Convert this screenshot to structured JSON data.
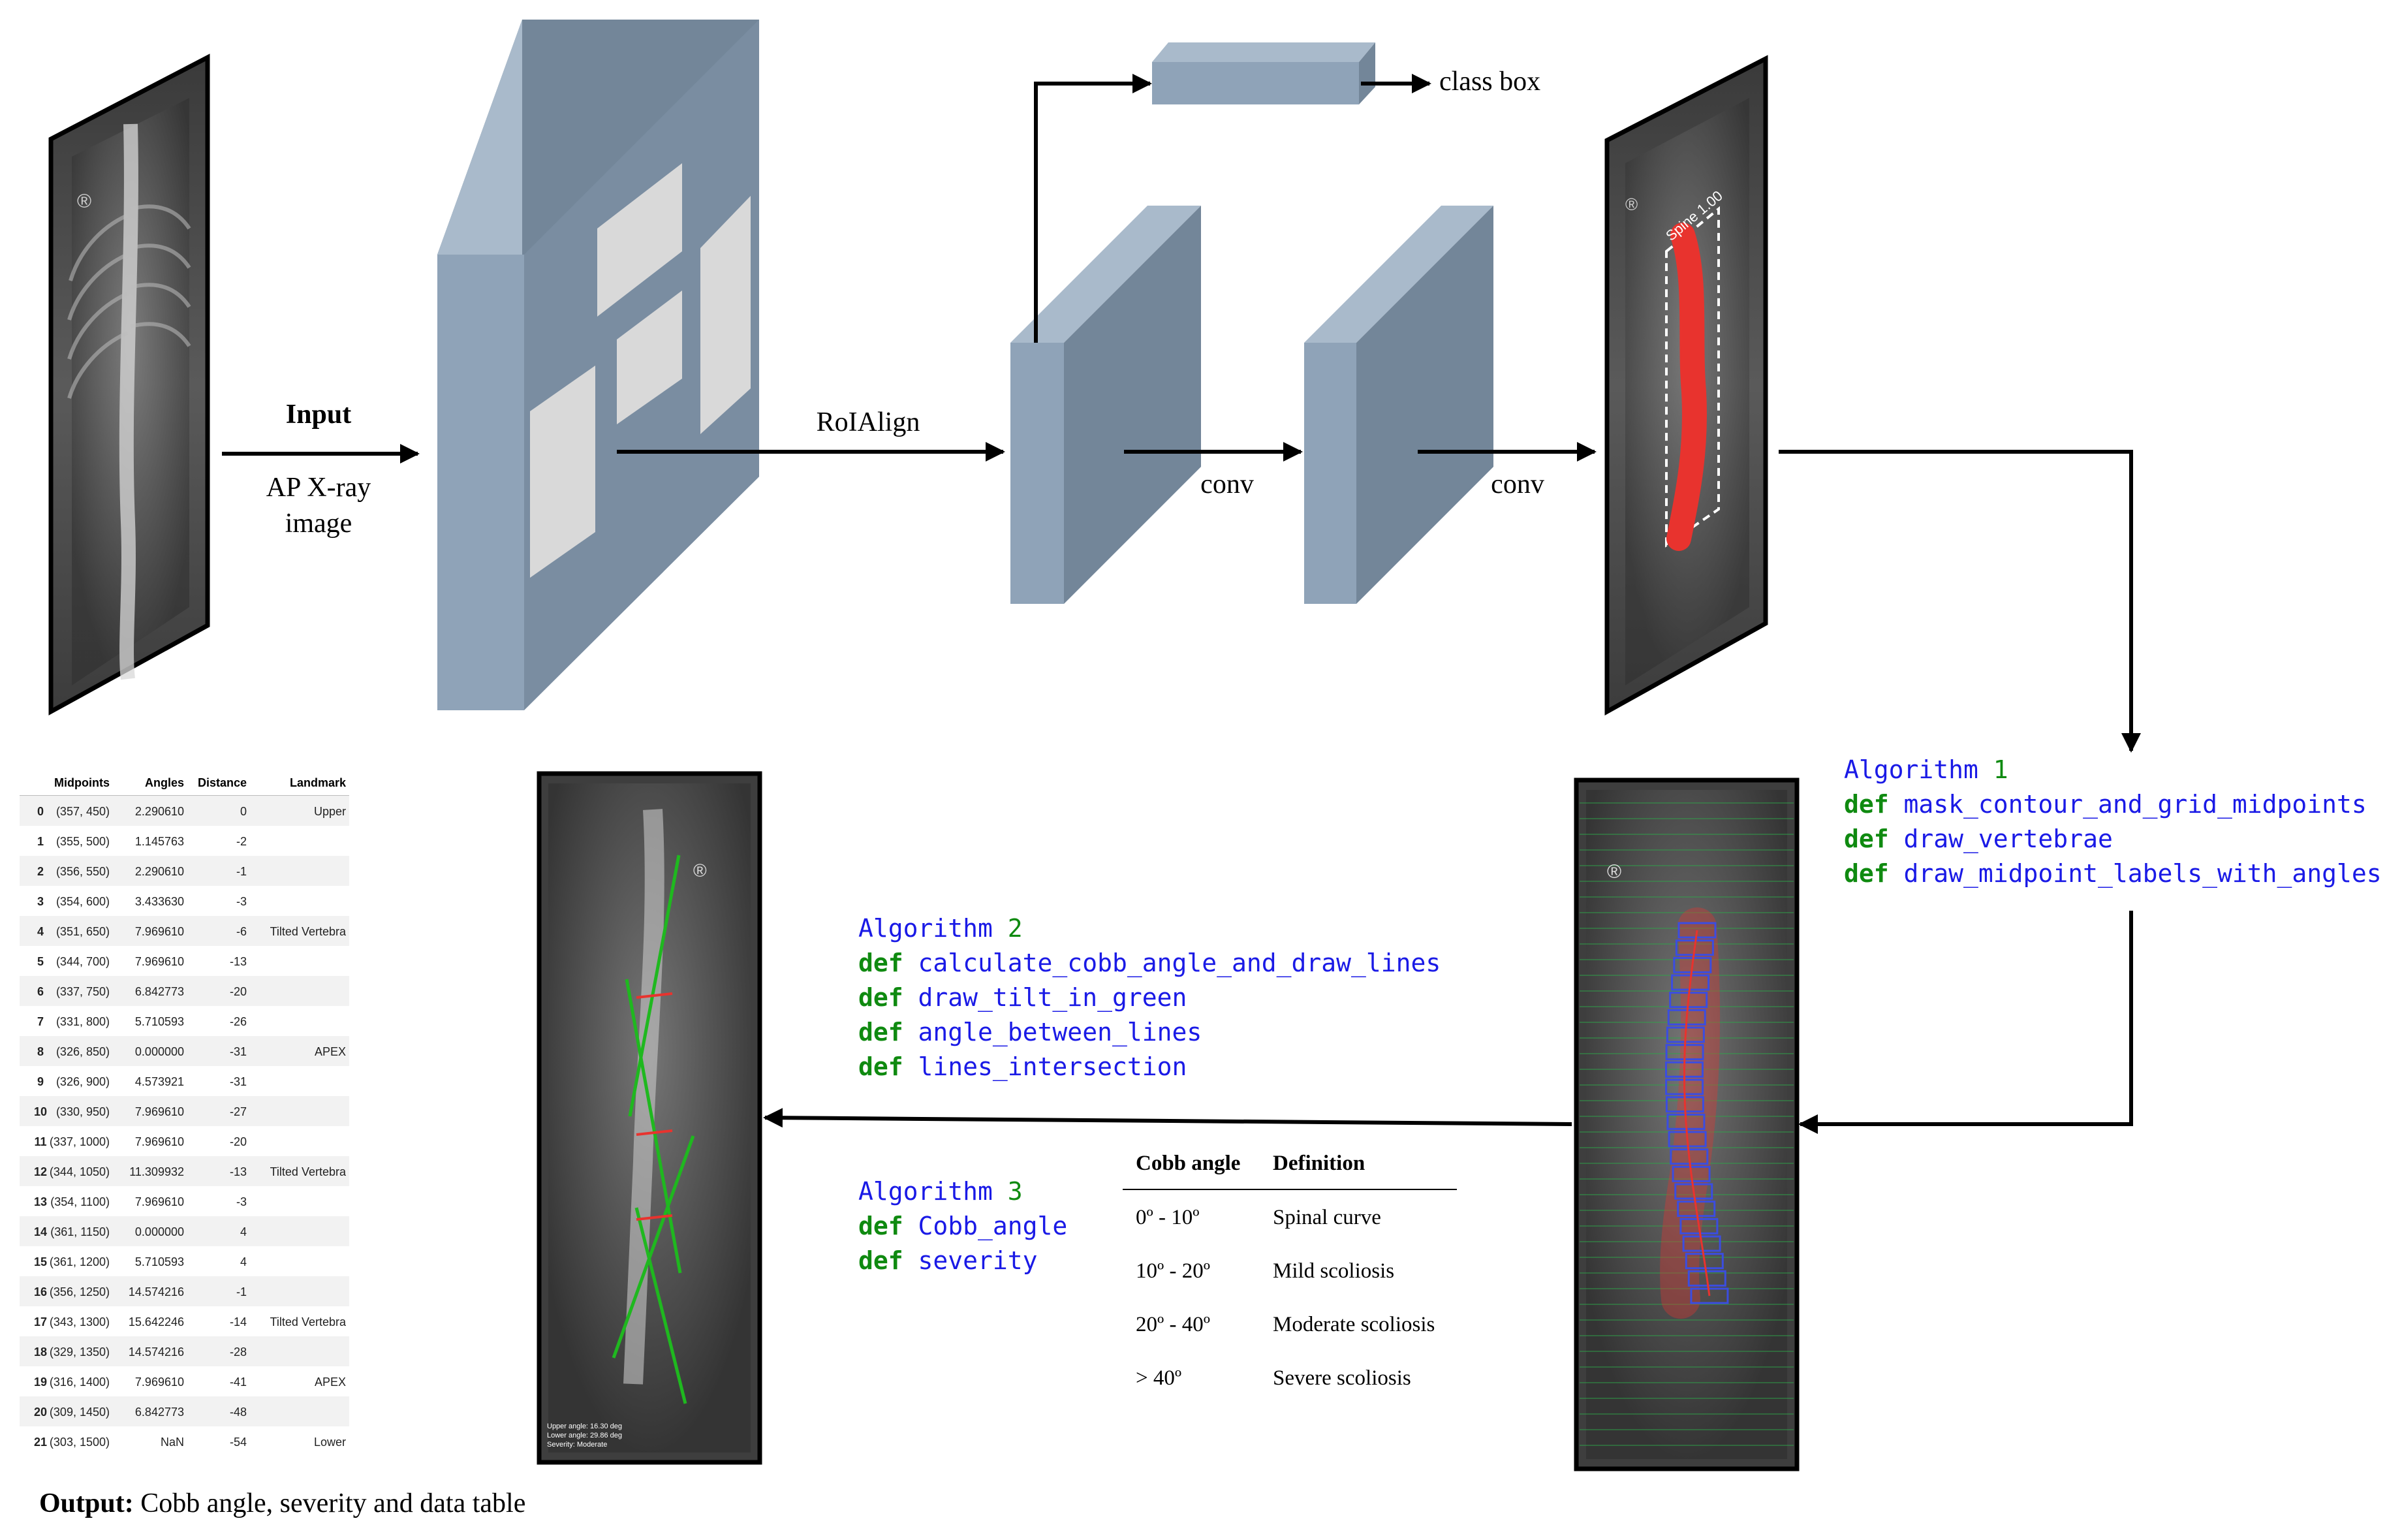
{
  "labels": {
    "input_title": "Input",
    "input_line1": "AP X-ray",
    "input_line2": "image",
    "roialign": "RoIAlign",
    "conv1": "conv",
    "conv2": "conv",
    "class_box": "class box",
    "output_bold": "Output:",
    "output_text": "Cobb angle, severity and data table"
  },
  "xray_overlays": {
    "segmentation_tag": "Spine 1.00",
    "result_upper": "Upper angle: 16.30 deg",
    "result_lower": "Lower angle: 29.86 deg",
    "result_severity": "Severity: Moderate",
    "marker_symbol": "®"
  },
  "algorithms": [
    {
      "title": "Algorithm",
      "number": "1",
      "defs": [
        "mask_contour_and_grid_midpoints",
        "draw_vertebrae",
        "draw_midpoint_labels_with_angles"
      ]
    },
    {
      "title": "Algorithm",
      "number": "2",
      "defs": [
        "calculate_cobb_angle_and_draw_lines",
        "draw_tilt_in_green",
        "angle_between_lines",
        "lines_intersection"
      ]
    },
    {
      "title": "Algorithm",
      "number": "3",
      "defs": [
        "Cobb_angle",
        "severity"
      ]
    }
  ],
  "def_keyword": "def",
  "cobb_table": {
    "headers": [
      "Cobb angle",
      "Definition"
    ],
    "rows": [
      [
        "0º - 10º",
        "Spinal curve"
      ],
      [
        "10º - 20º",
        "Mild scoliosis"
      ],
      [
        "20º - 40º",
        "Moderate scoliosis"
      ],
      [
        "> 40º",
        "Severe scoliosis"
      ]
    ]
  },
  "data_table": {
    "headers": [
      "",
      "Midpoints",
      "Angles",
      "Distance",
      "Landmark"
    ],
    "rows": [
      [
        "0",
        "(357, 450)",
        "2.290610",
        "0",
        "Upper"
      ],
      [
        "1",
        "(355, 500)",
        "1.145763",
        "-2",
        ""
      ],
      [
        "2",
        "(356, 550)",
        "2.290610",
        "-1",
        ""
      ],
      [
        "3",
        "(354, 600)",
        "3.433630",
        "-3",
        ""
      ],
      [
        "4",
        "(351, 650)",
        "7.969610",
        "-6",
        "Tilted Vertebra"
      ],
      [
        "5",
        "(344, 700)",
        "7.969610",
        "-13",
        ""
      ],
      [
        "6",
        "(337, 750)",
        "6.842773",
        "-20",
        ""
      ],
      [
        "7",
        "(331, 800)",
        "5.710593",
        "-26",
        ""
      ],
      [
        "8",
        "(326, 850)",
        "0.000000",
        "-31",
        "APEX"
      ],
      [
        "9",
        "(326, 900)",
        "4.573921",
        "-31",
        ""
      ],
      [
        "10",
        "(330, 950)",
        "7.969610",
        "-27",
        ""
      ],
      [
        "11",
        "(337, 1000)",
        "7.969610",
        "-20",
        ""
      ],
      [
        "12",
        "(344, 1050)",
        "11.309932",
        "-13",
        "Tilted Vertebra"
      ],
      [
        "13",
        "(354, 1100)",
        "7.969610",
        "-3",
        ""
      ],
      [
        "14",
        "(361, 1150)",
        "0.000000",
        "4",
        ""
      ],
      [
        "15",
        "(361, 1200)",
        "5.710593",
        "4",
        ""
      ],
      [
        "16",
        "(356, 1250)",
        "14.574216",
        "-1",
        ""
      ],
      [
        "17",
        "(343, 1300)",
        "15.642246",
        "-14",
        "Tilted Vertebra"
      ],
      [
        "18",
        "(329, 1350)",
        "14.574216",
        "-28",
        ""
      ],
      [
        "19",
        "(316, 1400)",
        "7.969610",
        "-41",
        "APEX"
      ],
      [
        "20",
        "(309, 1450)",
        "6.842773",
        "-48",
        ""
      ],
      [
        "21",
        "(303, 1500)",
        "NaN",
        "-54",
        "Lower"
      ]
    ]
  },
  "colors": {
    "block_front": "#8fa3b8",
    "block_side": "#738699",
    "block_top": "#a9bacb",
    "roi_box": "#d9d9d9",
    "mask_red": "#e8332e",
    "tilt_green": "#1fb81f",
    "code_blue": "#1a1ae6",
    "code_green": "#0f8a10"
  }
}
